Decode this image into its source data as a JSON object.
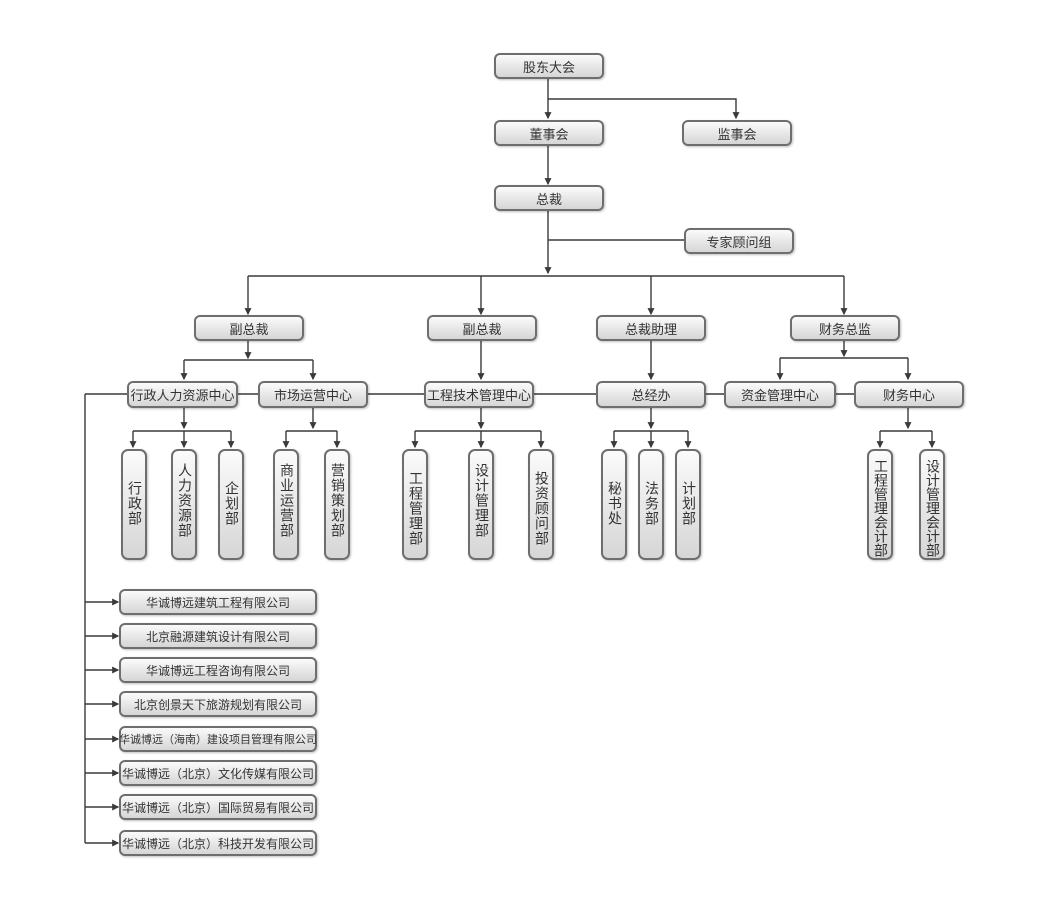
{
  "chart_title": "",
  "top": {
    "shareholders": "股东大会",
    "board": "董事会",
    "supervisors": "监事会",
    "president": "总裁",
    "experts": "专家顾问组"
  },
  "executives": [
    {
      "label": "副总裁"
    },
    {
      "label": "副总裁"
    },
    {
      "label": "总裁助理"
    },
    {
      "label": "财务总监"
    }
  ],
  "centers": [
    {
      "label": "行政人力资源中心"
    },
    {
      "label": "市场运营中心"
    },
    {
      "label": "工程技术管理中心"
    },
    {
      "label": "总经办"
    },
    {
      "label": "资金管理中心"
    },
    {
      "label": "财务中心"
    }
  ],
  "departments": [
    {
      "label": "行政部"
    },
    {
      "label": "人力资源部"
    },
    {
      "label": "企划部"
    },
    {
      "label": "商业运营部"
    },
    {
      "label": "营销策划部"
    },
    {
      "label": "工程管理部"
    },
    {
      "label": "设计管理部"
    },
    {
      "label": "投资顾问部"
    },
    {
      "label": "秘书处"
    },
    {
      "label": "法务部"
    },
    {
      "label": "计划部"
    },
    {
      "label": "工程管理会计部"
    },
    {
      "label": "设计管理会计部"
    }
  ],
  "subsidiaries": [
    {
      "label": "华诚博远建筑工程有限公司"
    },
    {
      "label": "北京融源建筑设计有限公司"
    },
    {
      "label": "华诚博远工程咨询有限公司"
    },
    {
      "label": "北京创景天下旅游规划有限公司"
    },
    {
      "label": "华诚博远（海南）建设项目管理有限公司"
    },
    {
      "label": "华诚博远（北京）文化传媒有限公司"
    },
    {
      "label": "华诚博远（北京）国际贸易有限公司"
    },
    {
      "label": "华诚博远（北京）科技开发有限公司"
    }
  ],
  "colors": {
    "line": "#3a3a3a",
    "border": "#6e6e6e",
    "fill_top": "#fbfbfb",
    "fill_bottom": "#d6d6d6"
  }
}
